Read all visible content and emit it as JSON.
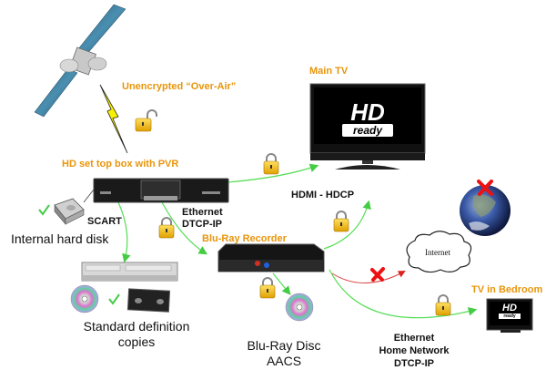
{
  "title": "HD content protection home network diagram",
  "labels": {
    "over_air": "Unencrypted “Over-Air”",
    "stb": "HD set top box with PVR",
    "main_tv": "Main TV",
    "hdmi": "HDMI - HDCP",
    "ethernet_dtcp": [
      "Ethernet",
      "DTCP-IP"
    ],
    "scart": "SCART",
    "internal_hdd": "Internal hard disk",
    "bluray_recorder": "Blu-Ray Recorder",
    "internet": "Internet",
    "tv_bedroom": "TV in Bedroom",
    "sd_copies": [
      "Standard definition",
      "copies"
    ],
    "bluray_disc": [
      "Blu-Ray Disc",
      "AACS"
    ],
    "home_network": [
      "Ethernet",
      "Home Network",
      "DTCP-IP"
    ],
    "hd_logo": "HD",
    "ready_logo": "ready"
  },
  "colors": {
    "accent_orange": "#e8950c",
    "arrow_green": "#55dd55",
    "blocked_red": "#ee2222",
    "lock_gold": "#f5c518"
  },
  "icons": {
    "satellite": "satellite-icon",
    "lightning": "lightning-icon",
    "lock_open": "unlocked-padlock-icon",
    "lock_closed": "locked-padlock-icon",
    "check": "check-icon",
    "cross": "cross-icon",
    "disc": "disc-icon",
    "globe": "globe-icon"
  }
}
